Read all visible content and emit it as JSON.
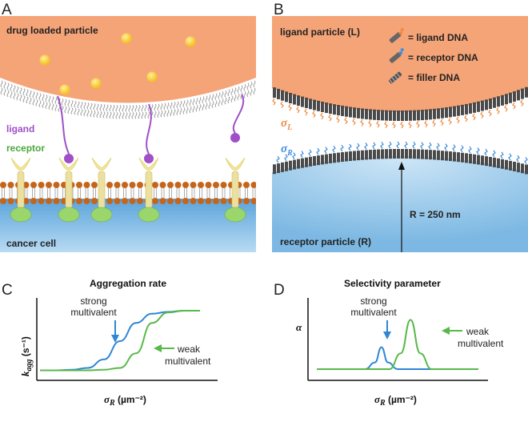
{
  "panels": {
    "a": {
      "letter": "A",
      "particle_label": "drug loaded particle",
      "ligand_label": "ligand",
      "receptor_label": "receptor",
      "cell_label": "cancer cell"
    },
    "b": {
      "letter": "B",
      "ligand_particle_label": "ligand particle (L)",
      "legend": [
        "= ligand DNA",
        "= receptor DNA",
        "= filler DNA"
      ],
      "sigma_L": "σ",
      "sigma_L_sub": "L",
      "sigma_R": "σ",
      "sigma_R_sub": "R",
      "radius_label": "R = 250 nm",
      "receptor_particle_label": "receptor particle (R)"
    },
    "c": {
      "letter": "C",
      "title": "Aggregation rate",
      "ylabel": "k",
      "ylabel_sub": "agg",
      "ylabel_unit": " (s⁻¹)",
      "xlabel": "σ",
      "xlabel_sub": "R",
      "xlabel_unit": " (µm⁻²)",
      "annot_strong": [
        "strong",
        "multivalent"
      ],
      "annot_weak": [
        "weak",
        "multivalent"
      ]
    },
    "d": {
      "letter": "D",
      "title": "Selectivity parameter",
      "ylabel": "α",
      "xlabel": "σ",
      "xlabel_sub": "R",
      "xlabel_unit": " (µm⁻²)",
      "annot_strong": [
        "strong",
        "multivalent"
      ],
      "annot_weak": [
        "weak",
        "multivalent"
      ]
    }
  },
  "colors": {
    "orange": "#f5a478",
    "blue": "#8ec2e6",
    "ligand_purple": "#a04fc8",
    "receptor_green": "#5bbd3e",
    "strong_blue": "#2f86d6",
    "weak_green": "#58b84a"
  },
  "chart_data": [
    {
      "type": "line",
      "title": "Aggregation rate",
      "xlabel": "σR (µm⁻²)",
      "ylabel": "kagg (s⁻¹)",
      "grid": false,
      "series": [
        {
          "color": "#2f86d6",
          "x": [
            0,
            1,
            2,
            3,
            4,
            5,
            6,
            7,
            8,
            9,
            10
          ],
          "y": [
            0.02,
            0.02,
            0.03,
            0.06,
            0.2,
            0.5,
            0.8,
            0.95,
            0.98,
            1,
            1
          ]
        },
        {
          "color": "#58b84a",
          "x": [
            0,
            1,
            2,
            3,
            4,
            5,
            6,
            7,
            8,
            9,
            10
          ],
          "y": [
            0.02,
            0.02,
            0.02,
            0.02,
            0.03,
            0.06,
            0.3,
            0.8,
            0.97,
            1,
            1
          ]
        }
      ]
    },
    {
      "type": "line",
      "title": "Selectivity parameter",
      "xlabel": "σR (µm⁻²)",
      "ylabel": "α",
      "grid": false,
      "series": [
        {
          "color": "#2f86d6",
          "x": [
            0,
            3,
            3.6,
            4,
            4.4,
            5,
            10
          ],
          "y": [
            0.04,
            0.04,
            0.15,
            0.4,
            0.15,
            0.04,
            0.04
          ]
        },
        {
          "color": "#58b84a",
          "x": [
            0,
            4.5,
            5.2,
            5.8,
            6.4,
            7.1,
            10
          ],
          "y": [
            0.04,
            0.04,
            0.3,
            0.85,
            0.3,
            0.04,
            0.04
          ]
        }
      ]
    }
  ]
}
